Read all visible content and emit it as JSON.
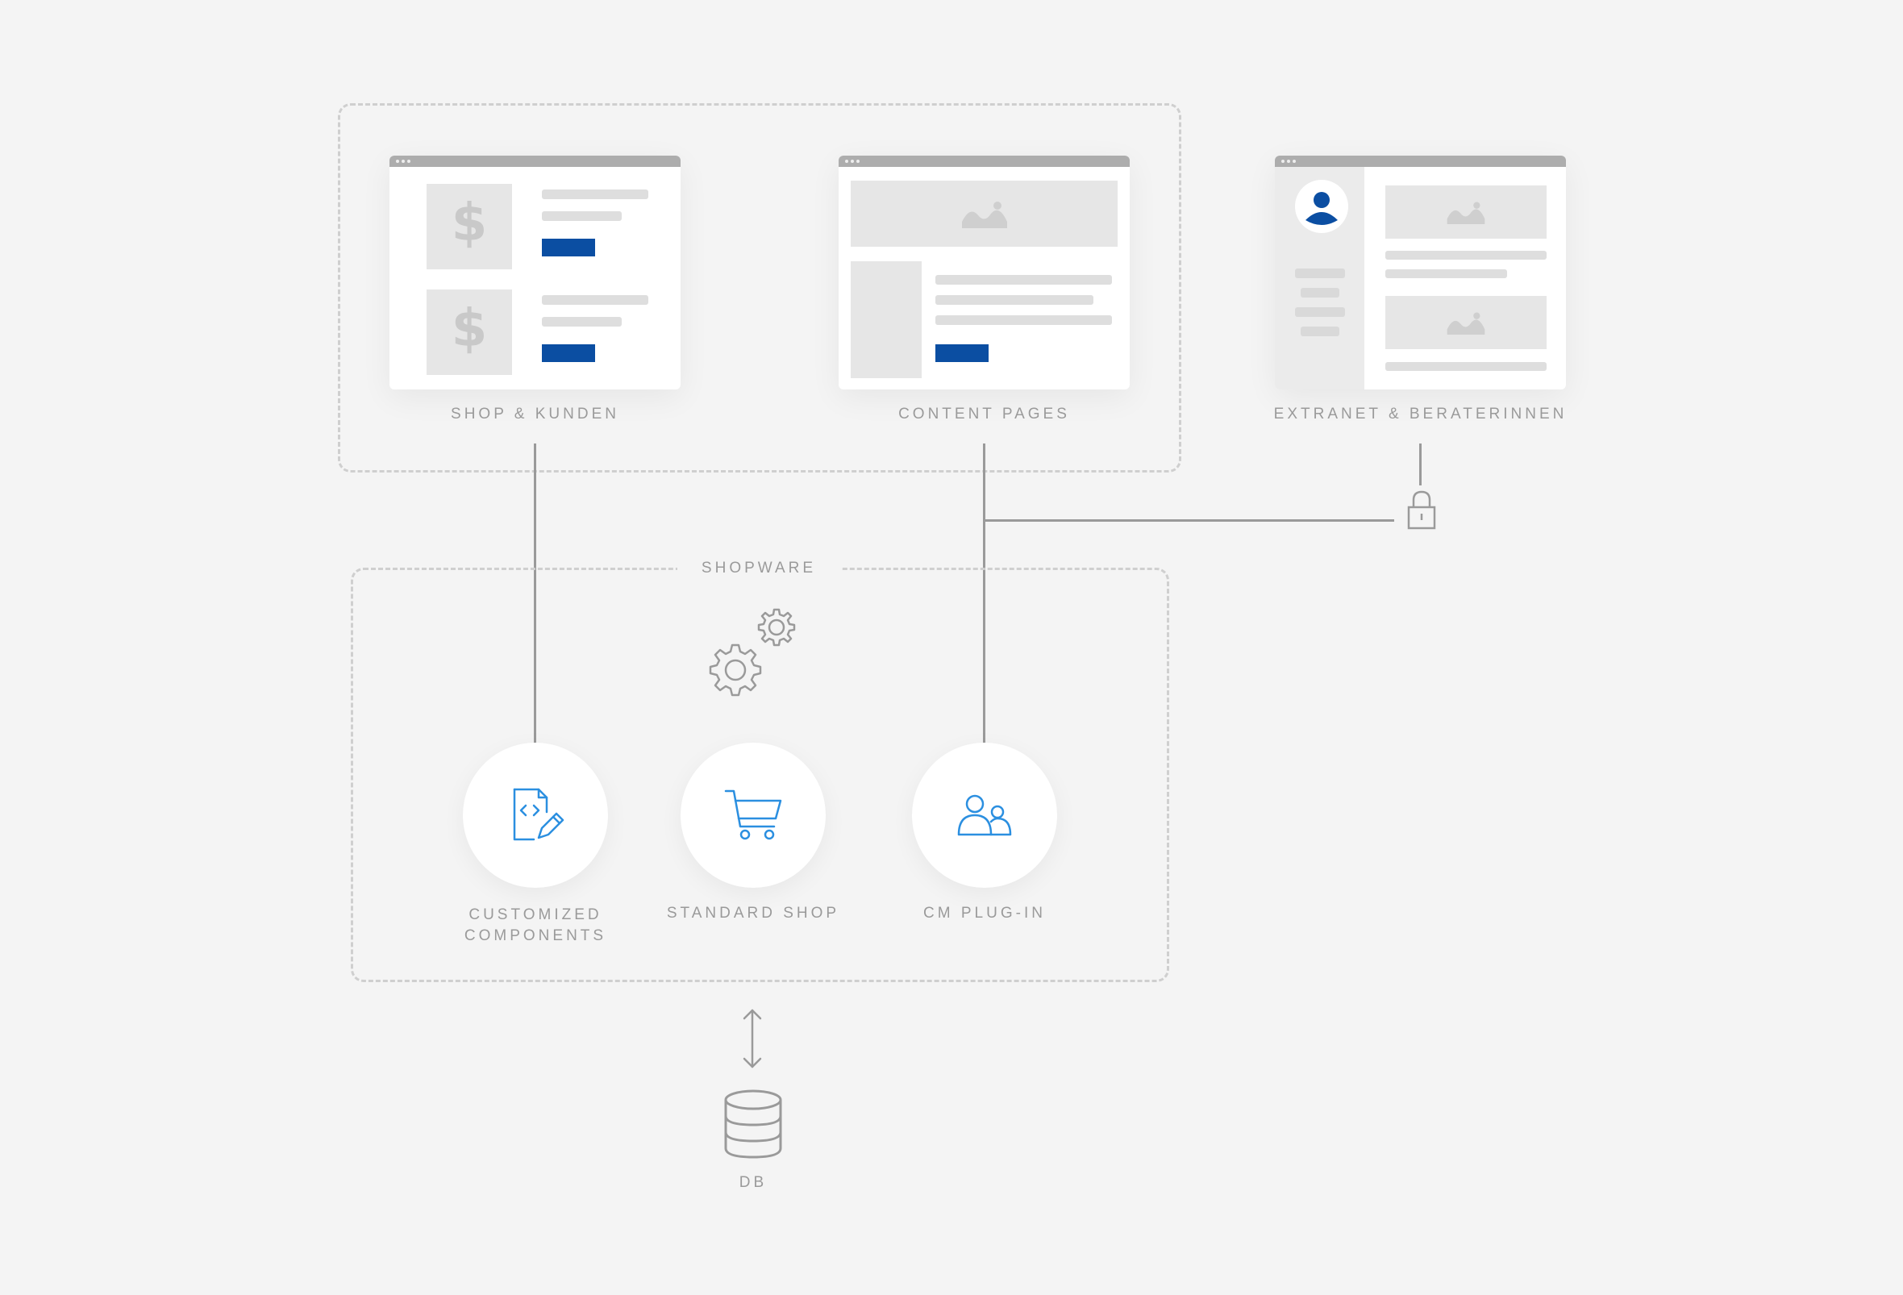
{
  "frontends": {
    "shop": {
      "label": "SHOP & KUNDEN",
      "icon": "dollar-icon",
      "symbol": "$"
    },
    "content": {
      "label": "CONTENT PAGES",
      "icon": "image-icon"
    },
    "extranet": {
      "label": "EXTRANET & BERATERINNEN",
      "icon": "user-avatar-icon"
    }
  },
  "shopware": {
    "title": "SHOPWARE",
    "components": [
      {
        "label_line1": "CUSTOMIZED",
        "label_line2": "COMPONENTS",
        "icon": "code-edit-icon"
      },
      {
        "label": "STANDARD SHOP",
        "icon": "shopping-cart-icon"
      },
      {
        "label": "CM PLUG-IN",
        "icon": "users-icon"
      }
    ]
  },
  "db": {
    "label": "DB",
    "icon": "database-icon"
  },
  "colors": {
    "accent_blue": "#0b4ea2",
    "icon_blue": "#2b8fe0",
    "line_gray": "#9a9a9a"
  }
}
